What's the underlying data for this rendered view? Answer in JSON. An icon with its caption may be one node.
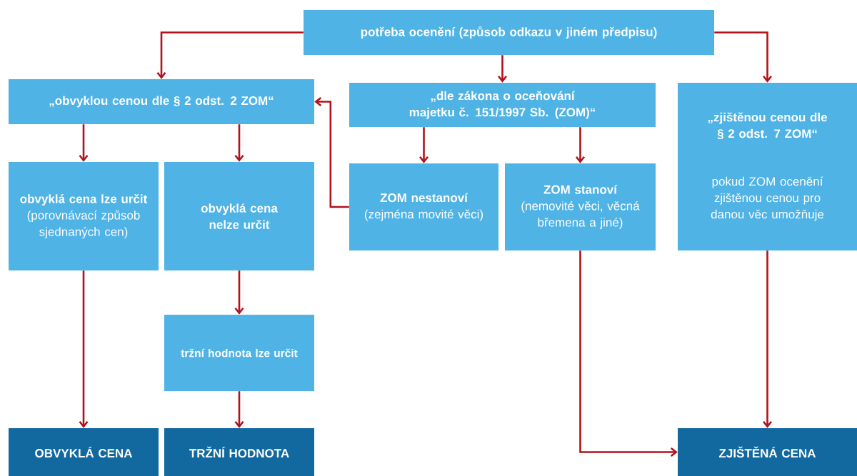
{
  "diagram": {
    "nodes": [
      {
        "text": [
          "potřeba ocenění (způsob odkazu v jiném předpisu)"
        ]
      },
      {
        "text": [
          "„obvyklou cenou dle § 2 odst. 2 ZOM“"
        ]
      },
      {
        "text": [
          "„dle zákona o oceňování majetku č. 151/1997 Sb. (ZOM)“"
        ]
      },
      {
        "text": [
          "„zjištěnou cenou dle § 2 odst. 7 ZOM“",
          "pokud ZOM ocenění zjištěnou cenou pro danou věc umožňuje"
        ]
      },
      {
        "text": [
          "obvyklá cena lze určit",
          "(porovnávací způsob sjednaných cen)"
        ]
      },
      {
        "text": [
          "obvyklá cena nelze určit"
        ]
      },
      {
        "text": [
          "ZOM nestanoví",
          "(zejména movité věci)"
        ]
      },
      {
        "text": [
          "ZOM stanoví",
          "(nemovité věci, věcná břemena a jiné)"
        ]
      },
      {
        "text": [
          "tržní hodnota lze určit"
        ]
      },
      {
        "text": [
          "OBVYKLÁ CENA"
        ]
      },
      {
        "text": [
          "TRŽNÍ HODNOTA"
        ]
      },
      {
        "text": [
          "ZJIŠTĚNÁ CENA"
        ]
      }
    ],
    "edges": [
      {
        "from": 0,
        "to": 1,
        "arrow": "to"
      },
      {
        "from": 0,
        "to": 2,
        "arrow": "to"
      },
      {
        "from": 0,
        "to": 3,
        "arrow": "to"
      },
      {
        "from": 1,
        "to": 4,
        "arrow": "to"
      },
      {
        "from": 1,
        "to": 5,
        "arrow": "to"
      },
      {
        "from": 2,
        "to": 6,
        "arrow": "to"
      },
      {
        "from": 2,
        "to": 7,
        "arrow": "to"
      },
      {
        "from": 6,
        "to": 1,
        "arrow": "to"
      },
      {
        "from": 4,
        "to": 9,
        "arrow": "to"
      },
      {
        "from": 5,
        "to": 8,
        "arrow": "to"
      },
      {
        "from": 8,
        "to": 10,
        "arrow": "to"
      },
      {
        "from": 7,
        "to": 11,
        "arrow": "to"
      },
      {
        "from": 3,
        "to": 11,
        "arrow": "to"
      }
    ]
  }
}
